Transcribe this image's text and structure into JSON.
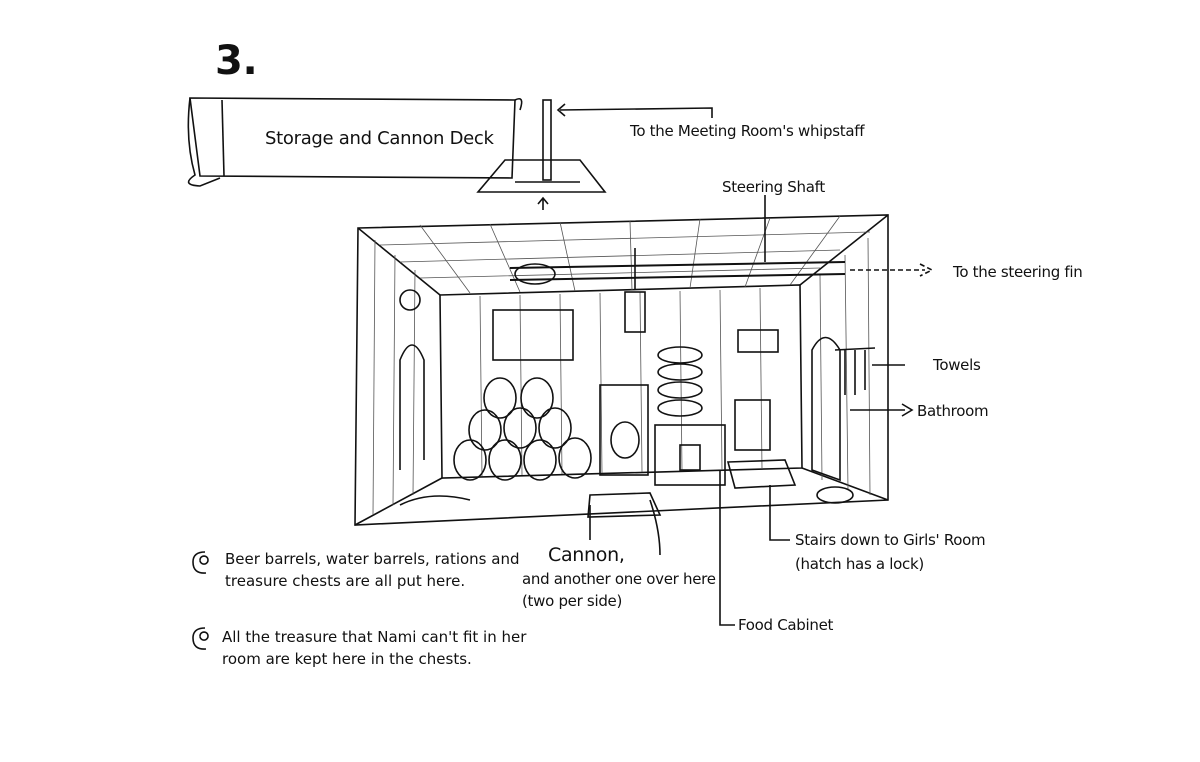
{
  "page_number": "3.",
  "title": "Storage and Cannon Deck",
  "labels": {
    "whipstaff": "To the Meeting Room's whipstaff",
    "steering_shaft": "Steering Shaft",
    "steering_fin": "To the steering fin",
    "towels": "Towels",
    "bathroom": "Bathroom",
    "stairs_line1": "Stairs down to Girls' Room",
    "stairs_line2": "(hatch has a lock)",
    "cannon": "Cannon,",
    "cannon_line2": "and another one over here",
    "cannon_line3": "(two per side)",
    "food_cabinet": "Food Cabinet"
  },
  "notes": [
    {
      "line1": "Beer barrels, water barrels, rations and",
      "line2": "treasure chests are all put here."
    },
    {
      "line1": "All the treasure that Nami can't fit in her",
      "line2": "room are kept here in the chests."
    }
  ]
}
